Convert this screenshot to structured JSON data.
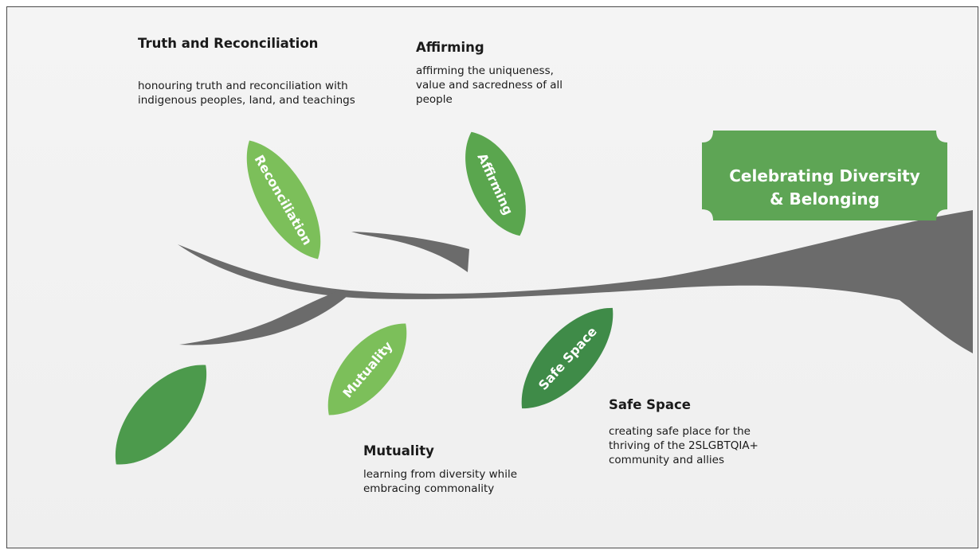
{
  "colors": {
    "branch": "#6b6b6b",
    "leaf_light": "#7cbf5a",
    "leaf_mid": "#5aa64e",
    "leaf_dark": "#3f8b48",
    "banner": "#5ea555",
    "text": "#1a1a1a"
  },
  "banner": {
    "line1": "Celebrating Diversity",
    "line2": "& Belonging"
  },
  "sections": {
    "reconciliation": {
      "title": "Truth and Reconciliation",
      "description": "honouring truth and reconciliation with indigenous peoples, land, and teachings",
      "leaf_label": "Reconciliation"
    },
    "affirming": {
      "title": "Affirming",
      "description": "affirming the uniqueness, value and sacredness of all people",
      "leaf_label": "Affirming"
    },
    "mutuality": {
      "title": "Mutuality",
      "description": "learning from diversity while embracing commonality",
      "leaf_label": "Mutuality"
    },
    "safe_space": {
      "title": "Safe Space",
      "description": "creating safe place for the thriving of the 2SLGBTQIA+ community and allies",
      "leaf_label": "Safe Space"
    }
  }
}
